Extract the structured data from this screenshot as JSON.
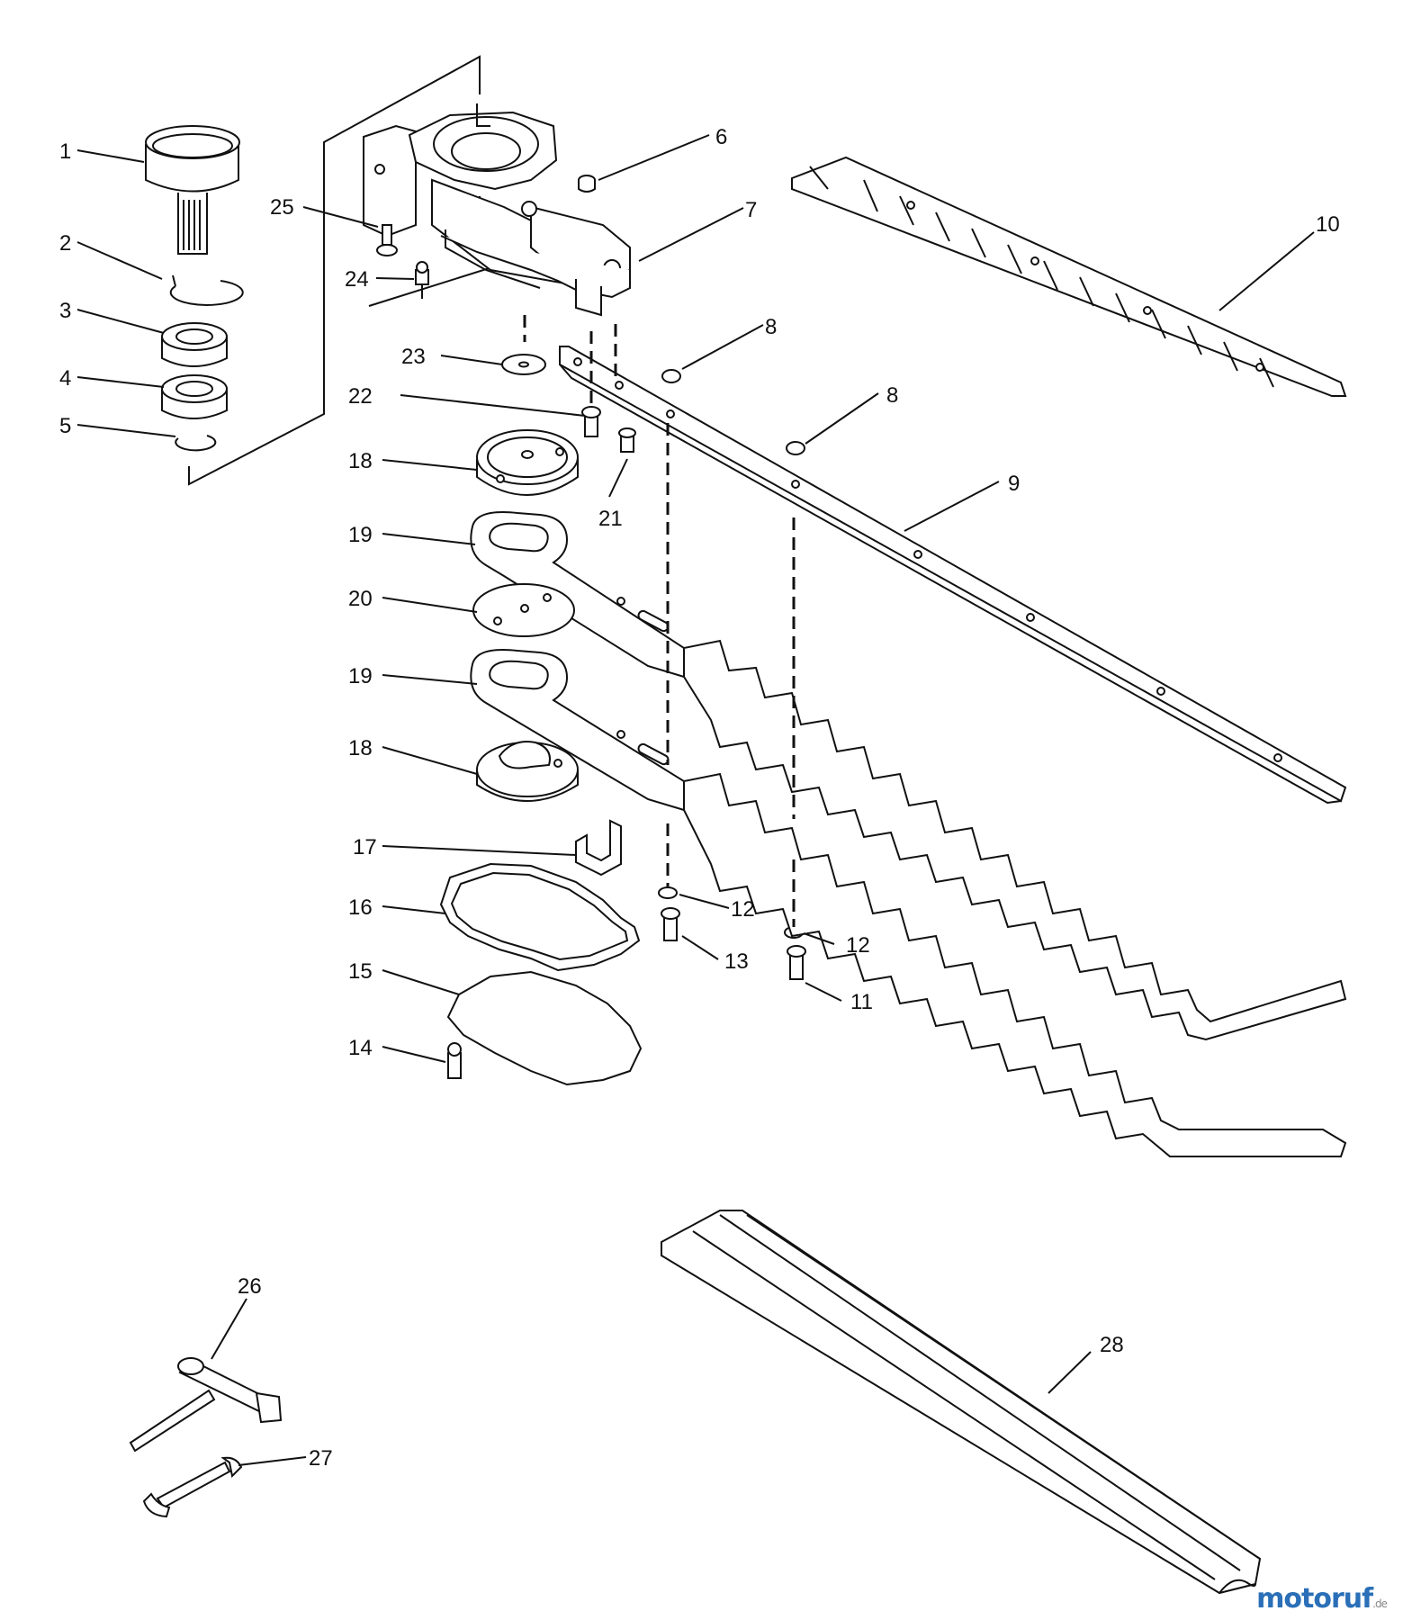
{
  "watermark": {
    "brand": "motoruf",
    "suffix": ".de",
    "colors": {
      "primary": "#2a6fb7",
      "accent": "#3b9a3b"
    }
  },
  "callouts": [
    {
      "id": "1",
      "text": "1"
    },
    {
      "id": "2",
      "text": "2"
    },
    {
      "id": "3",
      "text": "3"
    },
    {
      "id": "4",
      "text": "4"
    },
    {
      "id": "5",
      "text": "5"
    },
    {
      "id": "6",
      "text": "6"
    },
    {
      "id": "7",
      "text": "7"
    },
    {
      "id": "8a",
      "text": "8"
    },
    {
      "id": "8b",
      "text": "8"
    },
    {
      "id": "9",
      "text": "9"
    },
    {
      "id": "10",
      "text": "10"
    },
    {
      "id": "11",
      "text": "11"
    },
    {
      "id": "12a",
      "text": "12"
    },
    {
      "id": "12b",
      "text": "12"
    },
    {
      "id": "13",
      "text": "13"
    },
    {
      "id": "14",
      "text": "14"
    },
    {
      "id": "15",
      "text": "15"
    },
    {
      "id": "16",
      "text": "16"
    },
    {
      "id": "17",
      "text": "17"
    },
    {
      "id": "18a",
      "text": "18"
    },
    {
      "id": "18b",
      "text": "18"
    },
    {
      "id": "19a",
      "text": "19"
    },
    {
      "id": "19b",
      "text": "19"
    },
    {
      "id": "20",
      "text": "20"
    },
    {
      "id": "21",
      "text": "21"
    },
    {
      "id": "22",
      "text": "22"
    },
    {
      "id": "23",
      "text": "23"
    },
    {
      "id": "24",
      "text": "24"
    },
    {
      "id": "25",
      "text": "25"
    },
    {
      "id": "26",
      "text": "26"
    },
    {
      "id": "27",
      "text": "27"
    },
    {
      "id": "28",
      "text": "28"
    }
  ]
}
